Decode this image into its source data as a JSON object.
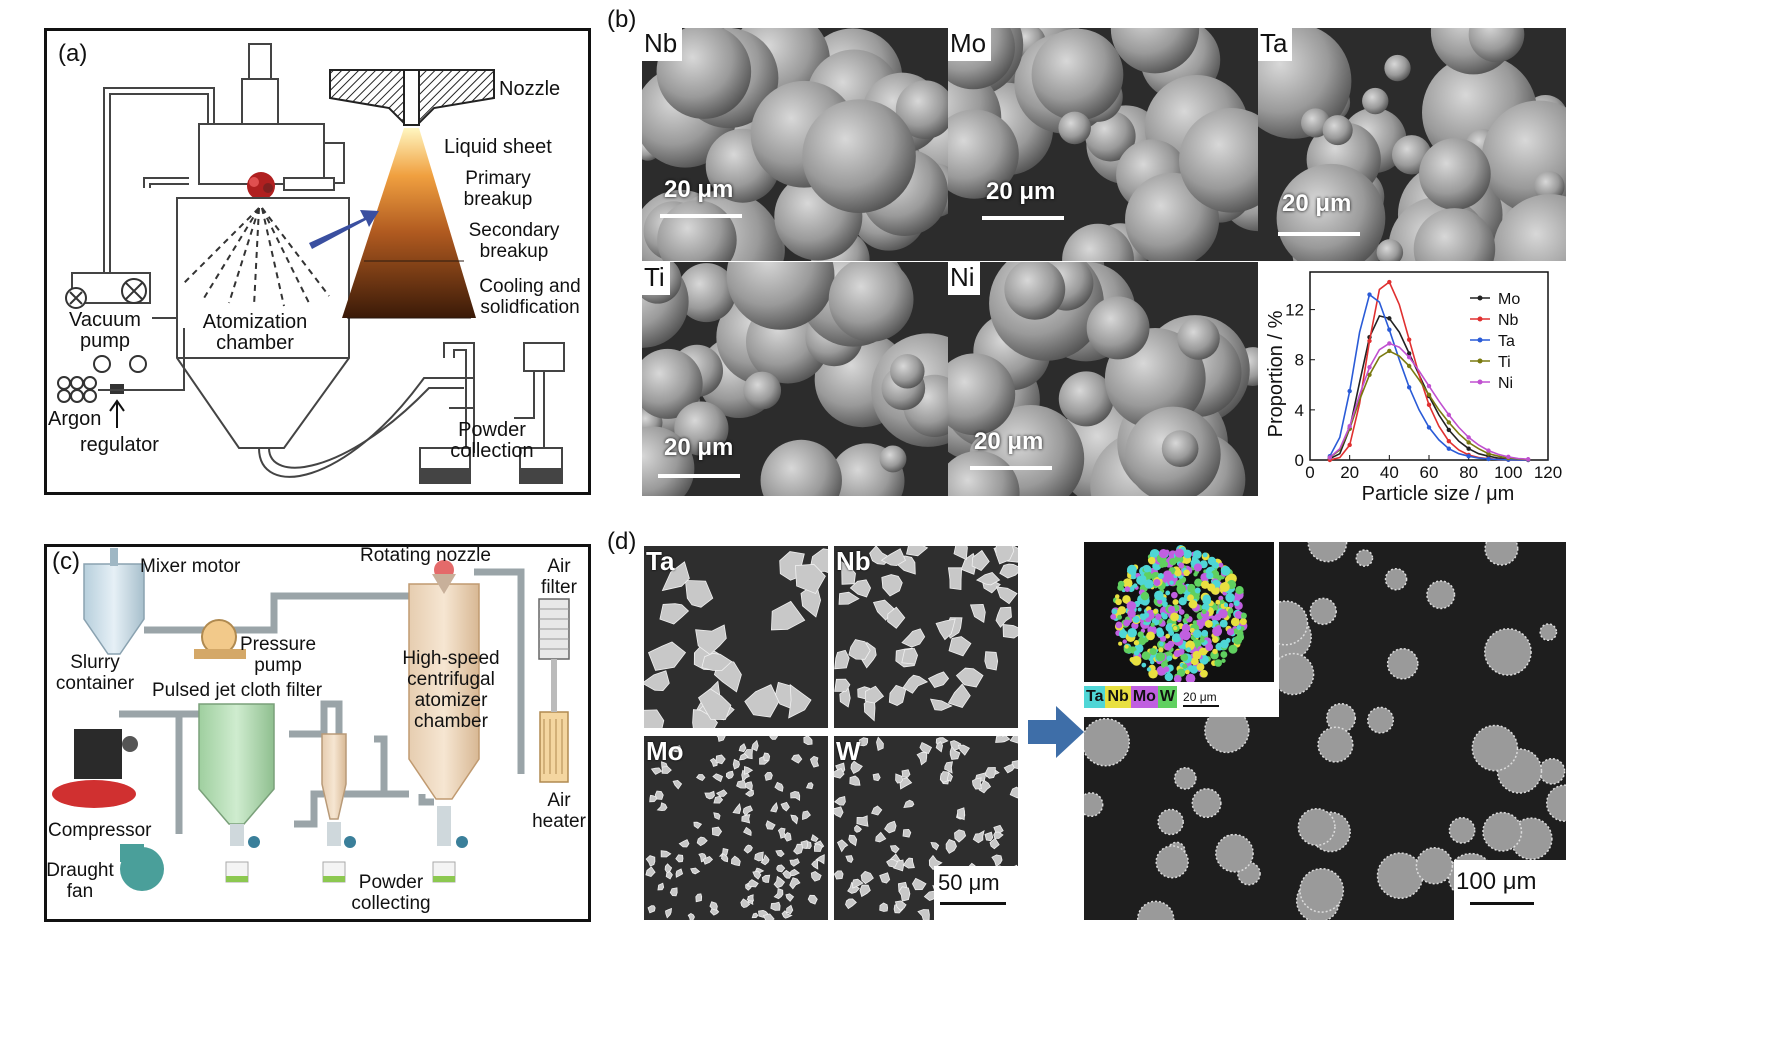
{
  "panel_a": {
    "letter": "(a)",
    "nozzle": "Nozzle",
    "liquid_sheet": "Liquid sheet",
    "primary_breakup": [
      "Primary",
      "breakup"
    ],
    "secondary_breakup": [
      "Secondary",
      "breakup"
    ],
    "cooling": [
      "Cooling and",
      "solidfication"
    ],
    "vacuum_pump": [
      "Vacuum",
      "pump"
    ],
    "atomization_chamber": [
      "Atomization",
      "chamber"
    ],
    "argon": "Argon",
    "regulator": "regulator",
    "powder_collection": [
      "Powder",
      "collection"
    ]
  },
  "panel_b": {
    "letter": "(b)",
    "images": [
      {
        "tag": "Nb",
        "scale": "20 μm"
      },
      {
        "tag": "Mo",
        "scale": "20 μm"
      },
      {
        "tag": "Ta",
        "scale": "20 μm"
      },
      {
        "tag": "Ti",
        "scale": "20 μm"
      },
      {
        "tag": "Ni",
        "scale": "20 μm"
      }
    ]
  },
  "chart_data": {
    "type": "line",
    "title": "",
    "xlabel": "Particle size / μm",
    "ylabel": "Proportion / %",
    "xlim": [
      0,
      120
    ],
    "ylim": [
      0,
      15
    ],
    "xticks": [
      0,
      20,
      40,
      60,
      80,
      100,
      120
    ],
    "yticks": [
      0,
      4,
      8,
      12
    ],
    "legend_position": "top-right",
    "x": [
      10,
      15,
      20,
      25,
      30,
      35,
      40,
      45,
      50,
      55,
      60,
      65,
      70,
      75,
      80,
      85,
      90,
      95,
      100,
      105,
      110
    ],
    "series": [
      {
        "name": "Mo",
        "color": "#222222",
        "values": [
          0.1,
          0.5,
          2.5,
          6.2,
          9.8,
          11.5,
          11.3,
          10.2,
          8.5,
          6.8,
          5.1,
          3.6,
          2.4,
          1.5,
          0.9,
          0.5,
          0.3,
          0.15,
          0.08,
          0.04,
          0.02
        ]
      },
      {
        "name": "Nb",
        "color": "#e03030",
        "values": [
          0.0,
          0.2,
          1.2,
          4.5,
          9.5,
          13.6,
          14.2,
          12.4,
          9.6,
          6.8,
          4.4,
          2.7,
          1.5,
          0.8,
          0.4,
          0.2,
          0.1,
          0.05,
          0.02,
          0.01,
          0.0
        ]
      },
      {
        "name": "Ta",
        "color": "#2a5bd7",
        "values": [
          0.3,
          1.8,
          5.5,
          10.2,
          13.2,
          12.6,
          10.4,
          8.0,
          5.8,
          4.0,
          2.6,
          1.6,
          0.9,
          0.5,
          0.3,
          0.15,
          0.08,
          0.04,
          0.02,
          0.01,
          0.0
        ]
      },
      {
        "name": "Ti",
        "color": "#7a7a10",
        "values": [
          0.2,
          0.8,
          2.5,
          4.8,
          6.8,
          8.2,
          8.7,
          8.3,
          7.5,
          6.4,
          5.2,
          4.0,
          3.0,
          2.1,
          1.4,
          0.9,
          0.5,
          0.3,
          0.15,
          0.08,
          0.04
        ]
      },
      {
        "name": "Ni",
        "color": "#c050d0",
        "values": [
          0.2,
          0.9,
          2.7,
          5.2,
          7.4,
          8.8,
          9.3,
          9.0,
          8.2,
          7.1,
          5.9,
          4.7,
          3.6,
          2.6,
          1.8,
          1.2,
          0.75,
          0.45,
          0.25,
          0.12,
          0.06
        ]
      }
    ]
  },
  "panel_c": {
    "letter": "(c)",
    "mixer_motor": "Mixer motor",
    "rotating_nozzle": "Rotating nozzle",
    "air_filter": [
      "Air",
      "filter"
    ],
    "slurry_container": [
      "Slurry",
      "container"
    ],
    "pressure_pump": [
      "Pressure",
      "pump"
    ],
    "high_speed": [
      "High-speed",
      "centrifugal",
      "atomizer",
      "chamber"
    ],
    "pulsed_jet": "Pulsed jet cloth filter",
    "compressor": "Compressor",
    "air_heater": [
      "Air",
      "heater"
    ],
    "draught_fan": [
      "Draught",
      "fan"
    ],
    "powder_collecting": [
      "Powder",
      "collecting"
    ]
  },
  "panel_d": {
    "letter": "(d)",
    "tags": [
      "Ta",
      "Nb",
      "Mo",
      "W"
    ],
    "scale_small": "50 μm",
    "scale_large": "100 μm",
    "eds_legend": [
      "Ta",
      "Nb",
      "Mo",
      "W"
    ],
    "eds_scale": "20 μm",
    "colors": {
      "Ta": "#4fd6d6",
      "Nb": "#e8e040",
      "Mo": "#c060e0",
      "W": "#60d060"
    }
  }
}
